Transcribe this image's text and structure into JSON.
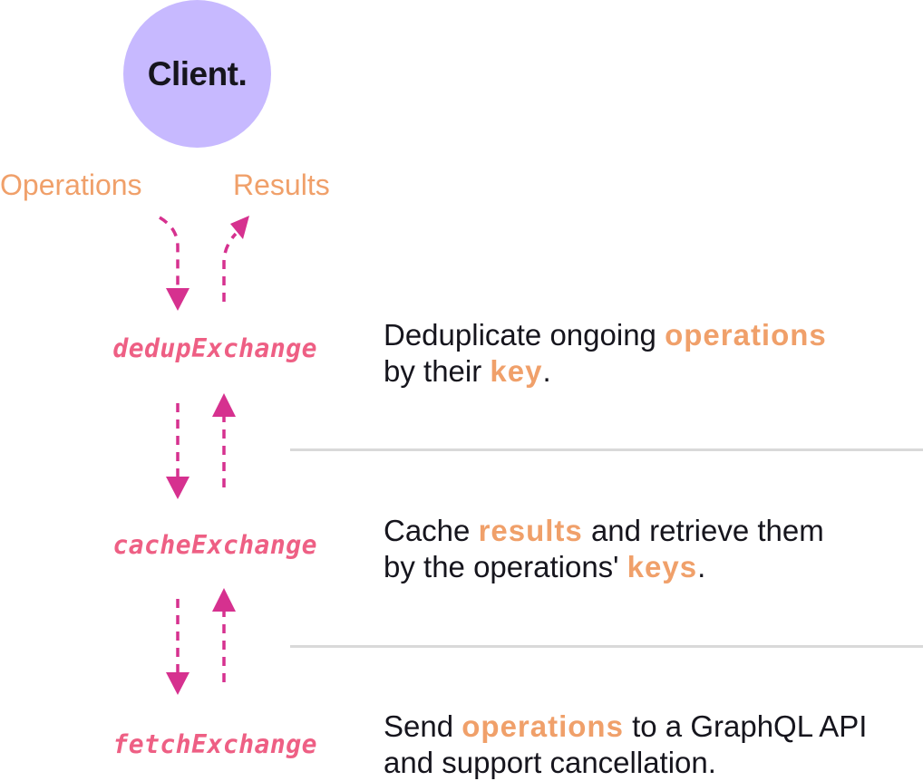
{
  "client": {
    "label": "Client."
  },
  "flow": {
    "operations_label": "Operations",
    "results_label": "Results"
  },
  "exchanges": [
    {
      "name": "dedupExchange",
      "description": {
        "line1_pre": "Deduplicate ongoing ",
        "line1_hl": "operations",
        "line2_pre": "by their ",
        "line2_hl": "key",
        "line2_post": "."
      }
    },
    {
      "name": "cacheExchange",
      "description": {
        "line1_pre": "Cache ",
        "line1_hl": "results",
        "line1_post": " and retrieve them",
        "line2_pre": "by the operations' ",
        "line2_hl": "keys",
        "line2_post": "."
      }
    },
    {
      "name": "fetchExchange",
      "description": {
        "line1_pre": "Send ",
        "line1_hl": "operations",
        "line1_post": " to a GraphQL API",
        "line2_pre": "and support cancellation."
      }
    }
  ],
  "colors": {
    "client_fill": "#c7b9ff",
    "arrow": "#d6318f",
    "highlight": "#f0a06a",
    "exchange_name": "#ee5f84",
    "divider": "#d9d9d9"
  },
  "icons": [
    "dashed-down-arrow-icon",
    "dashed-up-arrow-icon"
  ]
}
